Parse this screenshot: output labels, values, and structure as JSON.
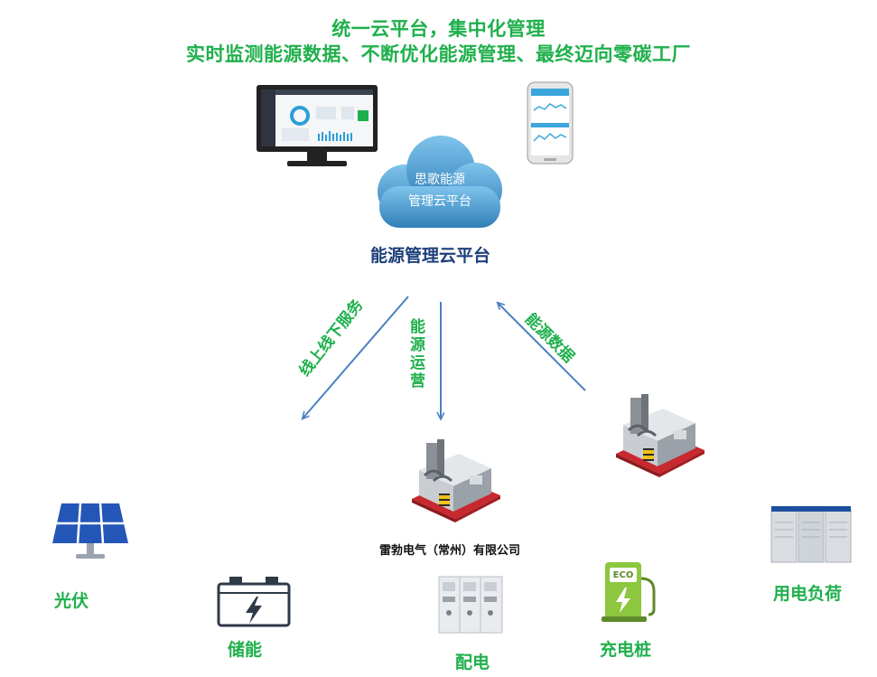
{
  "header": {
    "line1": "统一云平台，集中化管理",
    "line2": "实时监测能源数据、不断优化能源管理、最终迈向零碳工厂"
  },
  "cloud": {
    "line1": "思歌能源",
    "line2": "管理云平台"
  },
  "platform_name": "能源管理云平台",
  "arrows": {
    "left": "线上线下服务",
    "middle": "能源运营",
    "right": "能源数据"
  },
  "company": "雷勃电气（常州）有限公司",
  "devices": {
    "solar": "光伏",
    "storage": "储能",
    "distribution": "配电",
    "charging": "充电桩",
    "load": "用电负荷"
  },
  "charger_badge": "ECO",
  "colors": {
    "green": "#1fb04c",
    "arrow_blue": "#4a7fc1",
    "cloud_blue": "#3d8fc4",
    "title_navy": "#1d3f7a"
  }
}
